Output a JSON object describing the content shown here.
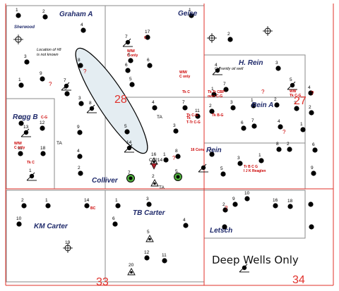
{
  "map_title": "Deep Wells Only",
  "sections": [
    "28",
    "27",
    "33",
    "34"
  ],
  "lease_labels": [
    "Graham A",
    "Geise",
    "H. Rein",
    "Rogg B",
    "Rein A",
    "Rein",
    "Colliver",
    "KM Carter",
    "TB Carter",
    "Letsch",
    "Sherwood"
  ],
  "annotations": {
    "location_unknown": "Location of #8 is not known",
    "currently_oil_well": "Currently oil well",
    "ta": "TA",
    "well_c0214": "C0214",
    "question": "?"
  },
  "well_notes": [
    "WIW C only",
    "C",
    "WIW C only",
    "Tk C",
    "Tk C-G",
    "C-G",
    "Tk T-Tr C-G",
    "Tk Tr CBP over C-G",
    "Tk B-G",
    "WIW C only",
    "Tk C",
    "WW Tk C-G",
    "Tr B C G I J K Reaglen",
    "BC",
    "16 Conv"
  ],
  "well_numbers": [
    "1",
    "2",
    "4",
    "3",
    "9",
    "8",
    "1",
    "7",
    "5",
    "17",
    "6",
    "7",
    "6",
    "5",
    "1",
    "2",
    "3",
    "5",
    "4",
    "7",
    "1",
    "4",
    "3",
    "2",
    "1",
    "3",
    "6",
    "7",
    "4",
    "2",
    "1",
    "2",
    "1",
    "5",
    "3",
    "8",
    "2",
    "1",
    "9",
    "6",
    "10",
    "11",
    "13",
    "12",
    "18",
    "1",
    "6",
    "3",
    "8",
    "4",
    "9",
    "2",
    "5",
    "14",
    "4",
    "3",
    "7",
    "8",
    "1",
    "2",
    "7",
    "16",
    "11",
    "5",
    "2",
    "10",
    "1",
    "14",
    "19",
    "6",
    "1",
    "3",
    "4",
    "5",
    "12",
    "11",
    "20",
    "2",
    "9",
    "10",
    "16",
    "18"
  ],
  "legend_colors": {
    "lease_border": "#8a8a8a",
    "section_line": "#e0302a",
    "lease_text": "#1f2a6b",
    "note_text": "#cc0000"
  }
}
